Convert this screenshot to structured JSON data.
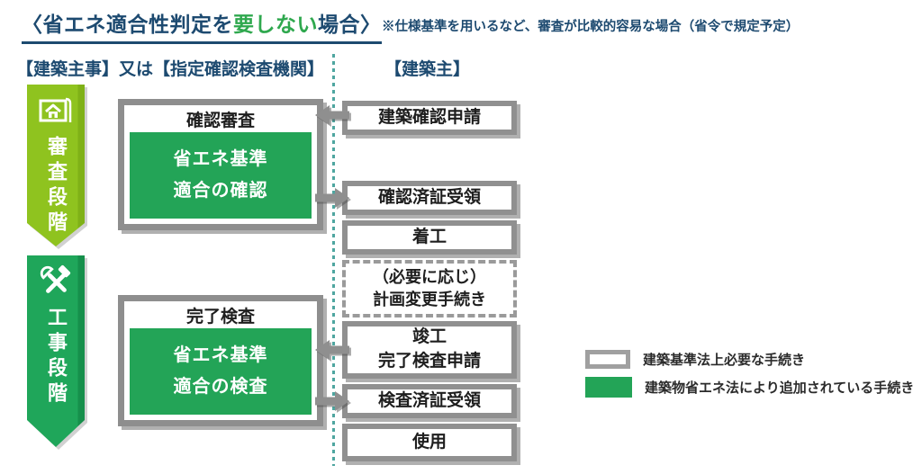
{
  "title": {
    "prefix": "〈省エネ適合性判定を",
    "highlight": "要しない",
    "suffix": "場合〉",
    "note": "※仕様基準を用いるなど、審査が比較的容易な場合（省令で規定予定）"
  },
  "headers": {
    "left": "【建築主事】又は【指定確認検査機関】",
    "right": "【建築主】"
  },
  "stages": [
    {
      "label": "審査段階",
      "icon": "house-plan-icon",
      "color": "#8fc31f"
    },
    {
      "label": "工事段階",
      "icon": "crossed-tools-icon",
      "color": "#1fa65a"
    }
  ],
  "process_boxes": [
    {
      "title": "確認審査",
      "lines": [
        "省エネ基準",
        "適合の確認"
      ]
    },
    {
      "title": "完了検査",
      "lines": [
        "省エネ基準",
        "適合の検査"
      ]
    }
  ],
  "steps": [
    {
      "name": "building-confirmation-application",
      "lines": [
        "建築確認申請"
      ],
      "style": "required"
    },
    {
      "name": "confirmation-certificate-receipt",
      "lines": [
        "確認済証受領"
      ],
      "style": "required"
    },
    {
      "name": "construction-start",
      "lines": [
        "着工"
      ],
      "style": "required"
    },
    {
      "name": "plan-change-procedure",
      "lines": [
        "（必要に応じ）",
        "計画変更手続き"
      ],
      "style": "optional-dashed"
    },
    {
      "name": "completion-inspection-application",
      "lines": [
        "竣工",
        "完了検査申請"
      ],
      "style": "required"
    },
    {
      "name": "inspection-certificate-receipt",
      "lines": [
        "検査済証受領"
      ],
      "style": "required"
    },
    {
      "name": "use",
      "lines": [
        "使用"
      ],
      "style": "required"
    }
  ],
  "legend": [
    {
      "swatch": "white-gray-border",
      "label": "建築基準法上必要な手続き"
    },
    {
      "swatch": "green",
      "label": "建築物省エネ法により追加されている手続き"
    }
  ],
  "colors": {
    "navy": "#1d4a70",
    "title_highlight_green": "#2fa84e",
    "process_green": "#23a457",
    "stage1_green": "#8fc31f",
    "stage2_green": "#1fa65a",
    "box_border_gray": "#8e8e8e",
    "dotted_divider_teal": "#4fa6a0"
  }
}
